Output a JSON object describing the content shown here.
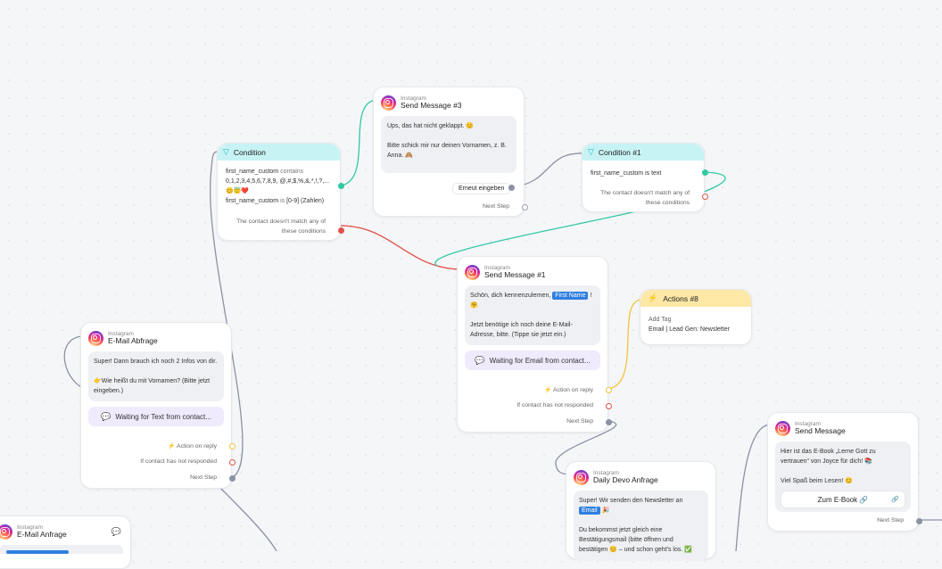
{
  "nodes": {
    "email_abfrage": {
      "channel": "Instagram",
      "title": "E-Mail Abfrage",
      "message_lines": [
        "Super! Dann brauch ich noch 2 Infos von dir.",
        "👉Wie heißt du mit Vornamen? (Bitte jetzt eingeben.)"
      ],
      "wait_label": "Waiting for Text from contact...",
      "action_on_reply": "Action on reply",
      "if_not_responded": "If contact has not responded",
      "next_step": "Next Step"
    },
    "condition": {
      "title": "Condition",
      "rule1_field": "first_name_custom",
      "rule1_op": "contains",
      "rule1_value": "0,1,2,3,4,5,6,7,8,9, @,#,$,%,&,*,!,?,... 😊😇❤️",
      "rule2_field": "first_name_custom",
      "rule2_op": "is",
      "rule2_value": "[0-9] (Zahlen)",
      "no_match": "The contact doesn't match any of these conditions"
    },
    "send3": {
      "channel": "Instagram",
      "title": "Send Message #3",
      "message_lines": [
        "Ups, das hat nicht geklappt. 😊",
        "Bitte schick mir nur deinen Vornamen, z. B. Anna. 🙈"
      ],
      "button": "Erneut eingeben",
      "next_step": "Next Step"
    },
    "condition1": {
      "title": "Condition #1",
      "rule": "first_name_custom is text",
      "no_match": "The contact doesn't match any of these conditions"
    },
    "send1": {
      "channel": "Instagram",
      "title": "Send Message #1",
      "greeting": "Schön, dich kennenzulernen,",
      "first_name_chip": "First Name",
      "greeting_end": "! 🤗",
      "message_line2": "Jetzt benötige ich noch deine E-Mail-Adresse, bitte. (Tippe sie jetzt ein.)",
      "wait_label": "Waiting for Email from contact...",
      "action_on_reply": "Action on reply",
      "if_not_responded": "If contact has not responded",
      "next_step": "Next Step"
    },
    "actions8": {
      "title": "Actions #8",
      "action": "Add Tag",
      "tag": "Email | Lead Gen: Newsletter"
    },
    "daily_devo": {
      "channel": "Instagram",
      "title": "Daily Devo Anfrage",
      "line1": "Super! Wir senden den Newsletter an",
      "email_chip": "Email",
      "line1_end": "🎉",
      "line2": "Du bekommst jetzt gleich eine Bestätigungsmail (bitte öffnen und bestätigen 😊 – und schon geht's los. ✅"
    },
    "send_message": {
      "channel": "Instagram",
      "title": "Send Message",
      "message_lines": [
        "Hier ist das E-Book „Lerne Gott zu vertrauen“ von Joyce für dich! 📚",
        "Viel Spaß beim Lesen! 😊"
      ],
      "button": "Zum E-Book 🔗",
      "next_step": "Next Step"
    },
    "email_anfrage": {
      "channel": "Instagram",
      "title": "E-Mail Anfrage"
    }
  },
  "colors": {
    "condition_header": "#c8f3f5",
    "actions_header": "#fde8a6",
    "edge_teal": "#31c9a4",
    "edge_red": "#e0524a",
    "edge_yellow": "#f0c53a",
    "edge_grey": "#8a93a3",
    "wait_bg": "#efeafc"
  },
  "icons": [
    "instagram-icon",
    "funnel-icon",
    "bolt-icon",
    "chat-icon",
    "link-icon"
  ]
}
